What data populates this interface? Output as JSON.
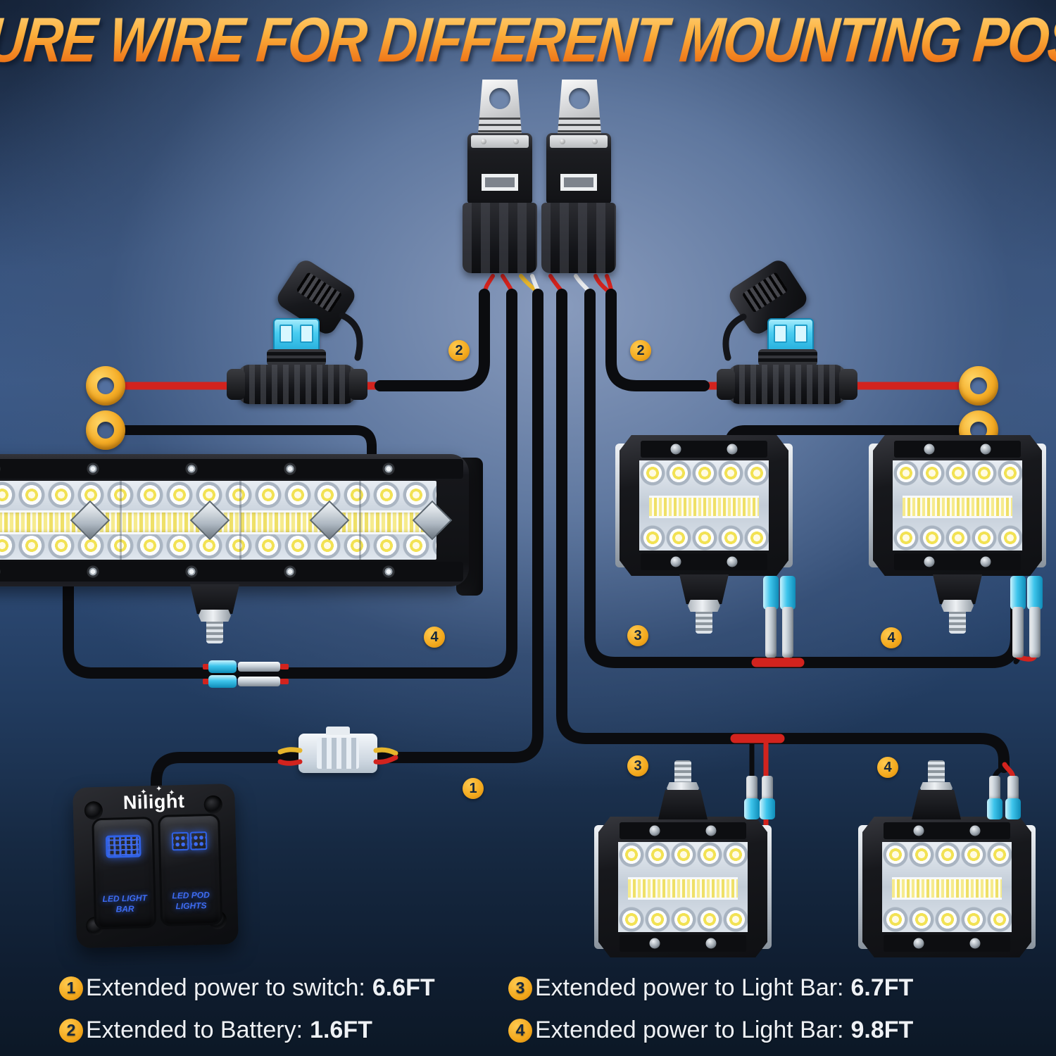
{
  "header": {
    "title": "MEASURE WIRE FOR DIFFERENT MOUNTING POSITION"
  },
  "switch_panel": {
    "brand": "Nilight",
    "switch_light_bar_label": "LED LIGHT BAR",
    "switch_pod_lights_label": "LED POD LIGHTS"
  },
  "badges": {
    "battery_left": "2",
    "battery_right": "2",
    "light_bar_run": "4",
    "pods_top_left": "3",
    "pods_top_right": "4",
    "switch_run": "1",
    "pods_bottom_left": "3",
    "pods_bottom_right": "4"
  },
  "legend": {
    "rows": [
      {
        "num": "1",
        "label": "Extended power to switch:",
        "value": "6.6FT"
      },
      {
        "num": "2",
        "label": "Extended to Battery:",
        "value": "1.6FT"
      },
      {
        "num": "3",
        "label": "Extended power to Light Bar:",
        "value": "6.7FT"
      },
      {
        "num": "4",
        "label": "Extended power to Light Bar:",
        "value": "9.8FT"
      }
    ]
  },
  "colors": {
    "accent_orange": "#f2a71b",
    "title_gradient_top": "#ffd883",
    "title_gradient_bottom": "#e45f12",
    "wire_black": "#0b0c0f",
    "wire_red": "#d2231e",
    "fuse_blue": "#3ec5ec",
    "ring_terminal_gold": "#f0a61d",
    "switch_glow_blue": "#3e6cf2",
    "background_center": "#7e93b8",
    "background_edge": "#0c1826"
  }
}
